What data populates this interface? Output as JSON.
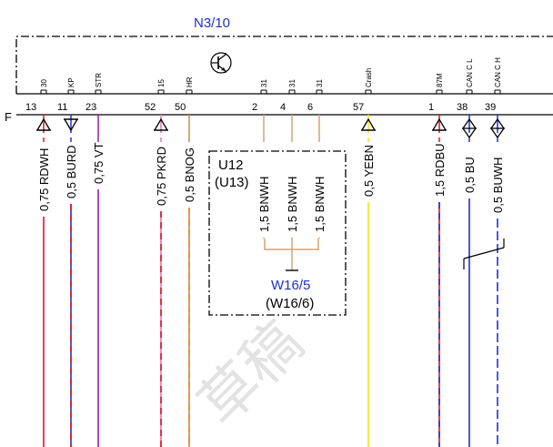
{
  "component": {
    "title": "N3/10",
    "connector": "F",
    "title_color": "#1f2fd0"
  },
  "pins": [
    {
      "id": "p30",
      "label": "30",
      "number": "13"
    },
    {
      "id": "pKP",
      "label": "KP",
      "number": "11"
    },
    {
      "id": "pSTR",
      "label": "STR",
      "number": "23"
    },
    {
      "id": "p15",
      "label": "15",
      "number": "52"
    },
    {
      "id": "pHR",
      "label": "HR",
      "number": "50"
    },
    {
      "id": "p31a",
      "label": "31",
      "number": "2"
    },
    {
      "id": "p31b",
      "label": "31",
      "number": "4"
    },
    {
      "id": "p31c",
      "label": "31",
      "number": "6"
    },
    {
      "id": "pCrash",
      "label": "Crash",
      "number": "57"
    },
    {
      "id": "p87M",
      "label": "87M",
      "number": "1"
    },
    {
      "id": "pCANL",
      "label": "CAN C L",
      "number": "38"
    },
    {
      "id": "pCANH",
      "label": "CAN C H",
      "number": "39"
    }
  ],
  "wires": [
    {
      "id": "w1",
      "label": "0,75 RDWH",
      "colors": [
        "#e0141e",
        "#e0141e"
      ]
    },
    {
      "id": "w2",
      "label": "0,5 BURD",
      "colors": [
        "#2030d8",
        "#e0141e"
      ]
    },
    {
      "id": "w3",
      "label": "0,75 VT",
      "colors": [
        "#9b1ea8",
        "#9b1ea8"
      ]
    },
    {
      "id": "w4",
      "label": "0,75 PKRD",
      "colors": [
        "#e46fb6",
        "#e0141e"
      ]
    },
    {
      "id": "w5",
      "label": "0,5 BNOG",
      "colors": [
        "#c88a48",
        "#f08a1c"
      ]
    },
    {
      "id": "w6",
      "label": "1,5 BNWH",
      "colors": [
        "#d6a274",
        "#d6a274"
      ]
    },
    {
      "id": "w7",
      "label": "1,5 BNWH",
      "colors": [
        "#d6a274",
        "#d6a274"
      ]
    },
    {
      "id": "w8",
      "label": "1,5 BNWH",
      "colors": [
        "#d6a274",
        "#d6a274"
      ]
    },
    {
      "id": "w9",
      "label": "0,5 YEBN",
      "colors": [
        "#f2e21a",
        "#f2e21a"
      ]
    },
    {
      "id": "w10",
      "label": "1,5 RDBU",
      "colors": [
        "#e0141e",
        "#2030d8"
      ]
    },
    {
      "id": "w11",
      "label": "0,5 BU",
      "colors": [
        "#2030d8",
        "#2030d8"
      ]
    },
    {
      "id": "w12",
      "label": "0,5 BUWH",
      "colors": [
        "#2030d8",
        "#2030d8"
      ]
    }
  ],
  "splice": {
    "name": "U12",
    "alt_name": "(U13)",
    "ground": "W16/5",
    "ground_alt": "(W16/6)",
    "ground_color": "#1f2fd0"
  },
  "watermark": "草稿"
}
